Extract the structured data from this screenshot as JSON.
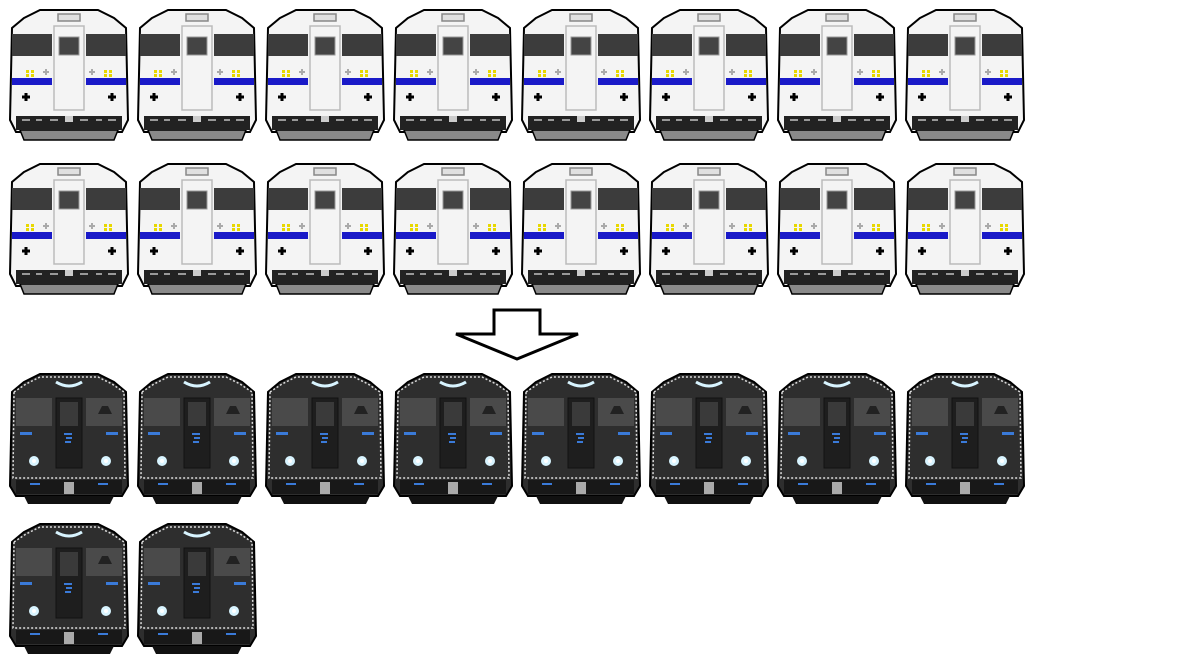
{
  "before": {
    "rows": [
      8,
      8
    ],
    "label": "",
    "colors": {
      "body": "#f4f4f4",
      "window": "#3c3c3c",
      "stripe": "#1a1ac8",
      "marker": "#e8d800"
    }
  },
  "after": {
    "rows": [
      8,
      2
    ],
    "label": "",
    "colors": {
      "body": "#2e2e2e",
      "window": "#4a4a4a",
      "accent": "#3a7ad8",
      "light": "#d8f4ff"
    }
  },
  "arrow": {
    "direction": "down",
    "icon": "arrow-down-icon"
  }
}
